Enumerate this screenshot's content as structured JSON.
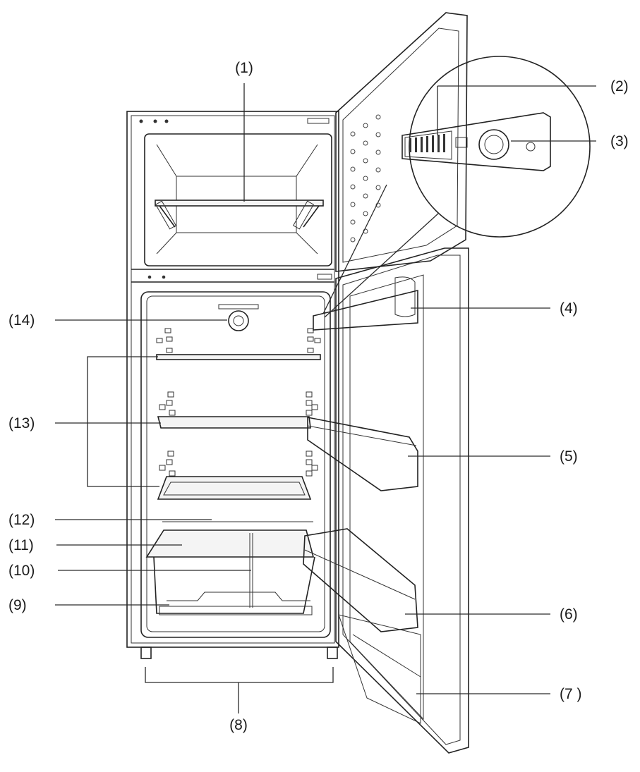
{
  "labels": {
    "l1": "(1)",
    "l2": "(2)",
    "l3": "(3)",
    "l4": "(4)",
    "l5": "(5)",
    "l6": "(6)",
    "l7": "(7 )",
    "l8": "(8)",
    "l9": "(9)",
    "l10": "(10)",
    "l11": "(11)",
    "l12": "(12)",
    "l13": "(13)",
    "l14": "(14)"
  }
}
